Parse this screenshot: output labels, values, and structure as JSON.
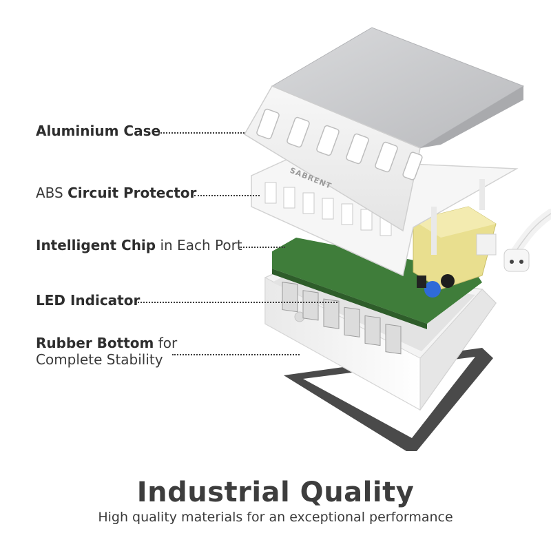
{
  "callouts": [
    {
      "bold": "Aluminium Case",
      "light": ""
    },
    {
      "light_prefix": "ABS ",
      "bold": "Circuit Protector"
    },
    {
      "bold": "Intelligent Chip",
      "light": " in Each Port"
    },
    {
      "bold": "LED Indicator",
      "light": ""
    },
    {
      "bold": "Rubber Bottom",
      "light": " for",
      "line2": "Complete Stability"
    }
  ],
  "logo_text": "SABRENT",
  "headline": "Industrial Quality",
  "subheadline": "High quality materials for an exceptional performance",
  "colors": {
    "aluminium": "#c8c9cc",
    "case_white": "#f4f4f4",
    "pcb_green": "#3f7d3a",
    "pcb_yellow": "#e9df8f",
    "rubber": "#4a4a4a"
  }
}
